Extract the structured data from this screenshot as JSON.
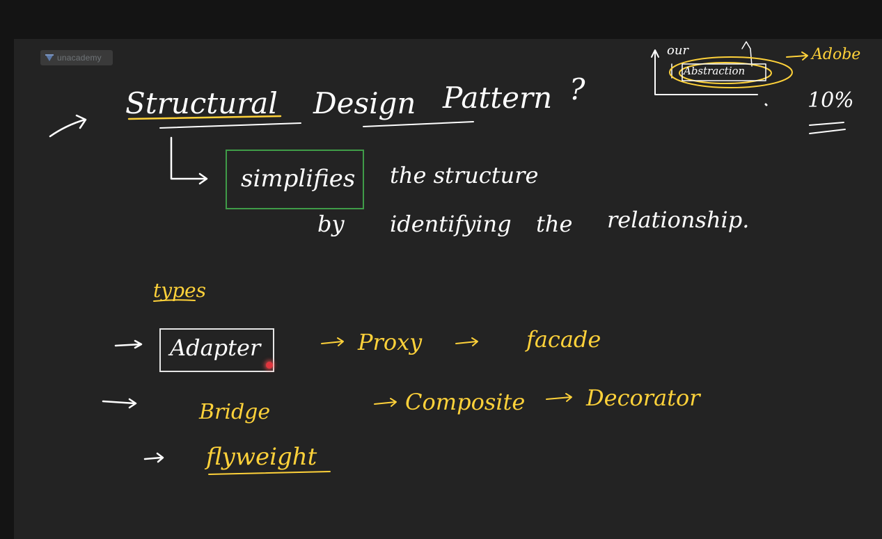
{
  "logo": {
    "icon": "unacademy-icon",
    "text": "unacademy"
  },
  "title": {
    "word1": "Structural",
    "word2": "Design",
    "word3": "Pattern",
    "mark": "?"
  },
  "definition": {
    "line1": {
      "keyword": "simplifies",
      "rest": "the structure"
    },
    "line2": {
      "by": "by",
      "identifying": "identifying",
      "the": "the",
      "relationship": "relationship."
    }
  },
  "types_label": "types",
  "types": {
    "adapter": "Adapter",
    "proxy": "Proxy",
    "facade": "facade",
    "bridge": "Bridge",
    "composite": "Composite",
    "decorator": "Decorator",
    "flyweight": "flyweight"
  },
  "corner_note": {
    "our": "our",
    "abstraction": "Abstraction",
    "adobe": "Adobe",
    "percent": "10%"
  },
  "colors": {
    "white_ink": "#ffffff",
    "yellow_ink": "#ffd23a",
    "green_box": "#3f9c48",
    "board": "#232323"
  }
}
